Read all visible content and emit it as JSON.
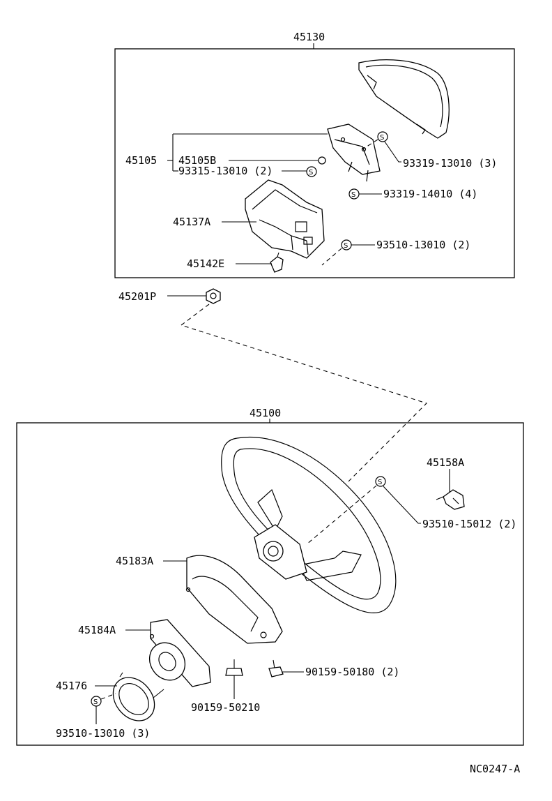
{
  "diagram_code": "NC0247-A",
  "groups": {
    "upper": {
      "label": "45130"
    },
    "lower": {
      "label": "45100"
    }
  },
  "fastener_symbol": "S",
  "labels": {
    "p45105": "45105",
    "p45105b": "45105B",
    "p93315": "93315-13010 (2)",
    "p93319_13010": "93319-13010 (3)",
    "p93319_14010": "93319-14010 (4)",
    "p45137a": "45137A",
    "p93510_13010_top": "93510-13010 (2)",
    "p45142e": "45142E",
    "p45201p": "45201P",
    "p45158a": "45158A",
    "p93510_15012": "93510-15012 (2)",
    "p45183a": "45183A",
    "p45184a": "45184A",
    "p45176": "45176",
    "p90159_50180": "90159-50180 (2)",
    "p90159_50210": "90159-50210",
    "p93510_13010_bot": "93510-13010 (3)"
  }
}
